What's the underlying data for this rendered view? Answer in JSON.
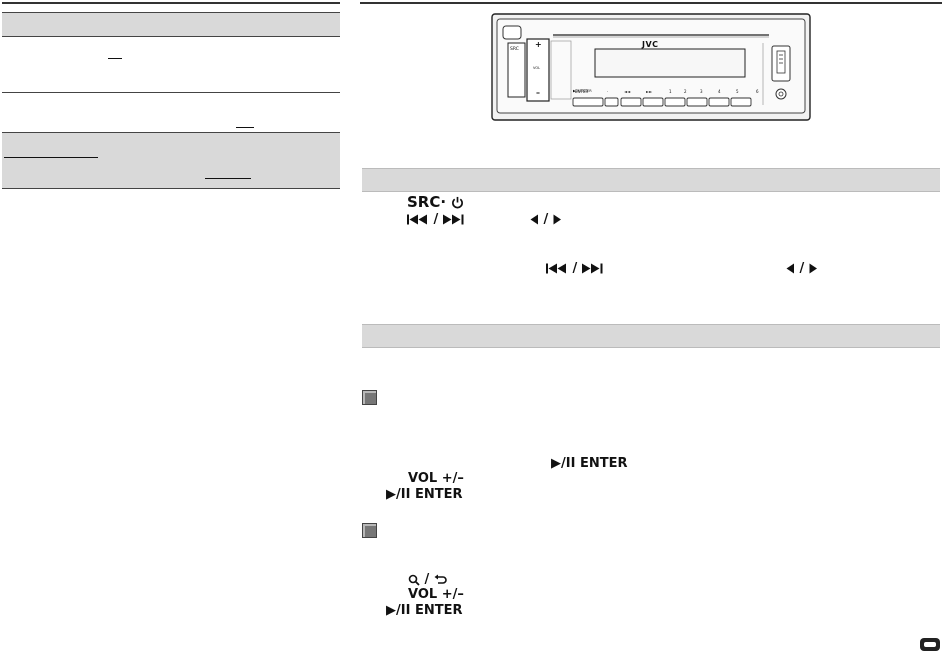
{
  "device": {
    "brand": "JVC",
    "src_label": "SRC",
    "vol_label": "VOL",
    "vol_plus": "+",
    "vol_minus": "–",
    "enter_label": "▶/II ENTER",
    "preset_labels": [
      "1",
      "2",
      "3",
      "4",
      "5",
      "6"
    ]
  },
  "controls": {
    "src_power": "SRC·",
    "vol_plus_minus": "VOL +/–",
    "enter_label": "ENTER",
    "play_pause": "▶/II",
    "slash": "/"
  },
  "colors": {
    "shade": "#d9d9d9",
    "rule": "#333333",
    "step_box": "#777777"
  },
  "icons": [
    "power-icon",
    "prev-track-icon",
    "next-track-icon",
    "left-arrow-icon",
    "right-arrow-icon",
    "play-pause-icon",
    "search-icon",
    "back-icon",
    "page-badge-icon"
  ]
}
